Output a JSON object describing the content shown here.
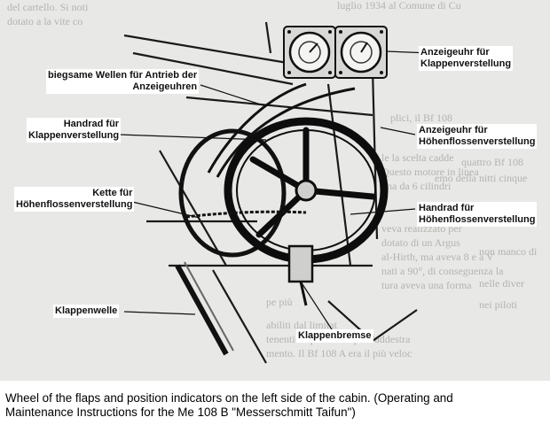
{
  "figure": {
    "labels": {
      "indicator_flaps": [
        "Anzeigeuhr für",
        "Klappenverstellung"
      ],
      "flexible_shafts": [
        "biegsame Wellen für Antrieb der",
        "Anzeigeuhren"
      ],
      "handwheel_flaps": [
        "Handrad für",
        "Klappenverstellung"
      ],
      "indicator_stabilizer": [
        "Anzeigeuhr für",
        "Höhenflossenverstellung"
      ],
      "chain_stabilizer": [
        "Kette für",
        "Höhenflossenverstellung"
      ],
      "handwheel_stabilizer": [
        "Handrad für",
        "Höhenflossenverstellung"
      ],
      "flap_shaft": [
        "Klappenwelle"
      ],
      "flap_brake": [
        "Klappenbremse"
      ]
    },
    "background_text": [
      "luglio 1934 al Comune di Cu",
      "del cartello. Si noti",
      "dotato a la vite co",
      "plici, il Bf 108",
      "le la scelta cadde",
      "Questo motore in linea",
      "una da 6 cilindri",
      "veva realizzato per",
      "dotato di un Argus",
      "al-Hirth, ma aveva 8 e a V",
      "nati a 90°, di conseguenza la",
      "tura aveva una forma",
      "quattro Bf 108",
      "emo della nitti cinque",
      "non manco di",
      "nelle diver",
      "pe più",
      "nei piloti",
      "abiliti dal limitat",
      "tenenti disposizione per l'addestra",
      "mento. Il Bf 108 A era il più veloc"
    ]
  },
  "caption": {
    "line1": "Wheel of the flaps and position indicators on the left side of the cabin. (Operating and",
    "line2": "Maintenance Instructions for the Me 108 B \"Messerschmitt Taifun\")"
  }
}
